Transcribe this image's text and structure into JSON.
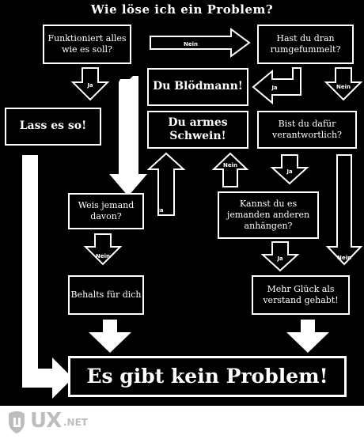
{
  "title": "Wie löse ich ein Problem?",
  "nodes": {
    "functioniert": "Funktioniert alles wie es soll?",
    "rumgefummelt": "Hast du dran rumgefummelt?",
    "bloedmann": "Du Blödmann!",
    "lass_es_so": "Lass es so!",
    "armes_schwein": "Du armes Schwein!",
    "verantwortlich": "Bist du dafür verantwortlich?",
    "weis_jemand": "Weis jemand davon?",
    "anhaengen": "Kannst du es jemanden anderen anhängen?",
    "behalts": "Behalts für dich",
    "mehr_glueck": "Mehr Glück als verstand gehabt!",
    "kein_problem": "Es gibt kein Problem!"
  },
  "edge_labels": {
    "nein": "Nein",
    "ja": "Ja"
  },
  "footer": {
    "logo": "UX",
    "tld": ".NET"
  }
}
